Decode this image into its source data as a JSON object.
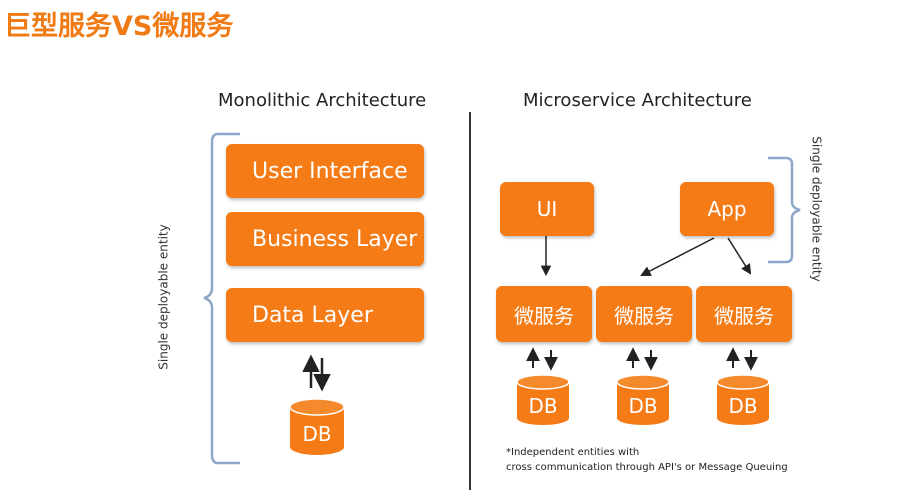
{
  "title": "巨型服务VS微服务",
  "monolithic": {
    "heading": "Monolithic Architecture",
    "layers": [
      "User Interface",
      "Business Layer",
      "Data Layer"
    ],
    "db": "DB",
    "bracket_label": "Single deployable entity"
  },
  "microservice": {
    "heading": "Microservice Architecture",
    "ui": "UI",
    "app": "App",
    "services": [
      "微服务",
      "微服务",
      "微服务"
    ],
    "dbs": [
      "DB",
      "DB",
      "DB"
    ],
    "bracket_label": "Single deployable entity",
    "note_line1": "*Independent entities with",
    "note_line2": "cross communication through API's or Message Queuing"
  },
  "colors": {
    "accent": "#f47b16",
    "title": "#f07a14",
    "bracket": "#8fa7c9"
  }
}
